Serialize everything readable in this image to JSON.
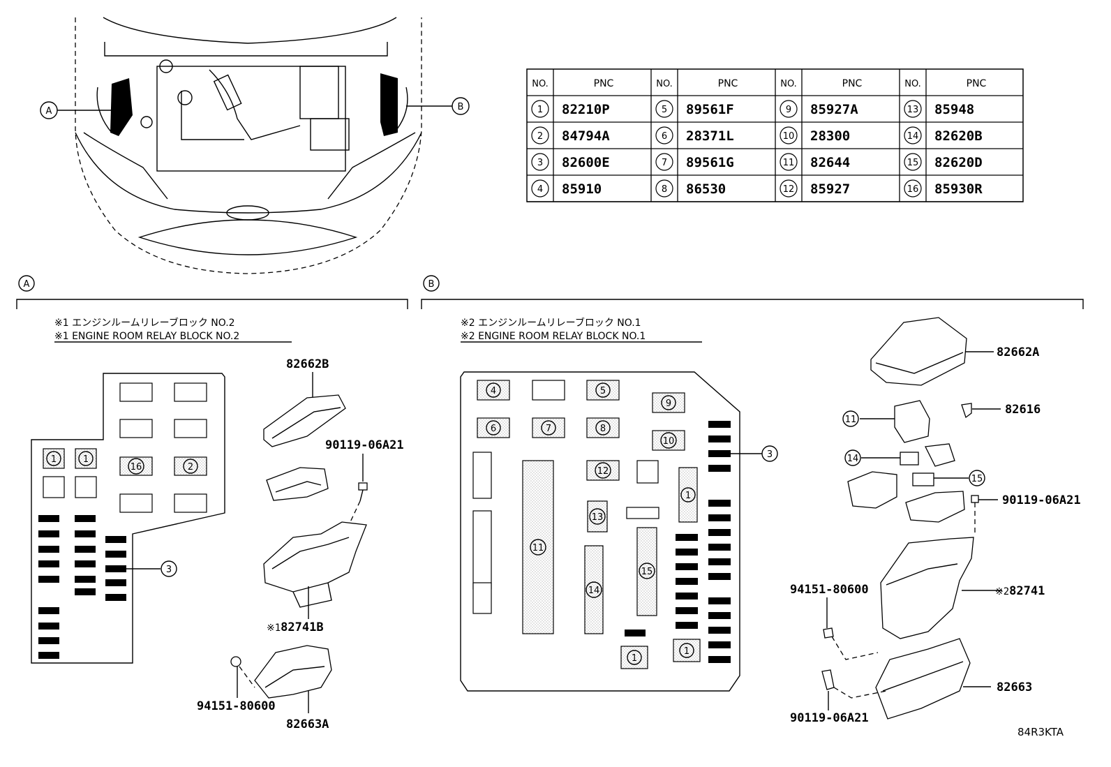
{
  "table": {
    "headers": [
      "NO.",
      "PNC"
    ],
    "rows": [
      [
        {
          "no": "1",
          "pnc": "82210P"
        },
        {
          "no": "5",
          "pnc": "89561F"
        },
        {
          "no": "9",
          "pnc": "85927A"
        },
        {
          "no": "13",
          "pnc": "85948"
        }
      ],
      [
        {
          "no": "2",
          "pnc": "84794A"
        },
        {
          "no": "6",
          "pnc": "28371L"
        },
        {
          "no": "10",
          "pnc": "28300"
        },
        {
          "no": "14",
          "pnc": "82620B"
        }
      ],
      [
        {
          "no": "3",
          "pnc": "82600E"
        },
        {
          "no": "7",
          "pnc": "89561G"
        },
        {
          "no": "11",
          "pnc": "82644"
        },
        {
          "no": "15",
          "pnc": "82620D"
        }
      ],
      [
        {
          "no": "4",
          "pnc": "85910"
        },
        {
          "no": "8",
          "pnc": "86530"
        },
        {
          "no": "12",
          "pnc": "85927"
        },
        {
          "no": "16",
          "pnc": "85930R"
        }
      ]
    ]
  },
  "overview": {
    "label_a": "A",
    "label_b": "B"
  },
  "section_a": {
    "marker": "A",
    "title_jp": "※1 エンジンルームリレーブロック NO.2",
    "title_en": "※1 ENGINE ROOM RELAY BLOCK NO.2",
    "callouts": {
      "c1a": "1",
      "c1b": "1",
      "c16": "16",
      "c2": "2",
      "c3": "3"
    },
    "parts": {
      "cover": "82662B",
      "bolt": "90119-06A21",
      "block_prefix": "※1",
      "block": "82741B",
      "clip": "94151-80600",
      "lower": "82663A"
    }
  },
  "section_b": {
    "marker": "B",
    "title_jp": "※2 エンジンルームリレーブロック NO.1",
    "title_en": "※2 ENGINE ROOM RELAY BLOCK NO.1",
    "callouts": {
      "c4": "4",
      "c5": "5",
      "c9": "9",
      "c6": "6",
      "c7": "7",
      "c8": "8",
      "c10": "10",
      "c12": "12",
      "c1a": "1",
      "c13": "13",
      "c11": "11",
      "c14": "14",
      "c15": "15",
      "c1b": "1",
      "c1c": "1",
      "c3": "3"
    },
    "parts": {
      "cover": "82662A",
      "clip_small": "82616",
      "relay11": "11",
      "relay14": "14",
      "relay15": "15",
      "bolt": "90119-06A21",
      "clip": "94151-80600",
      "block_prefix": "※2",
      "block": "82741",
      "lower": "82663",
      "bolt2": "90119-06A21"
    }
  },
  "figure_code": "84R3KTA"
}
